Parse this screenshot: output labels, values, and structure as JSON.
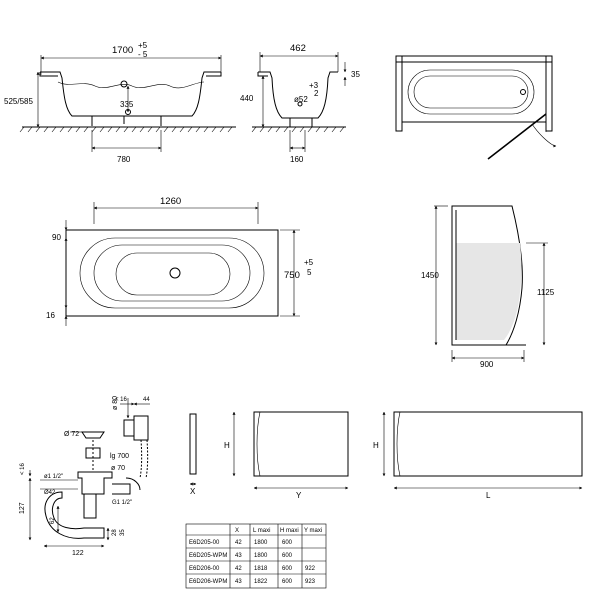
{
  "side_view": {
    "length": "1700",
    "tol_plus": "+5",
    "tol_minus": "- 5",
    "height": "525/585",
    "depth": "335",
    "feet_spacing": "780"
  },
  "end_view": {
    "width": "462",
    "height": "440",
    "rim": "35",
    "tol_plus": "+3",
    "tol_minus": "2",
    "drain_diameter": "ø52",
    "foot_offset": "160"
  },
  "top_view": {
    "inner_length": "1260",
    "border_top": "90",
    "border_bottom": "16",
    "width": "750",
    "tol_plus": "+5",
    "tol_minus": "5"
  },
  "screen": {
    "height": "1450",
    "glass_height": "1125",
    "width": "900"
  },
  "drain": {
    "d80": "ø 80",
    "lt16": "< 16",
    "d44": "44",
    "d72": "Ø 72",
    "lg700": "lg 700",
    "d70": "ø 70",
    "lt16_side": "< 16",
    "g112": "ø1 1/2\"",
    "d42": "Ø42",
    "g112b": "G1 1/2\"",
    "d127": "127",
    "d62": "62",
    "d28": "28",
    "d35": "35",
    "d122": "122"
  },
  "panels": {
    "x_label": "X",
    "h_label_1": "H",
    "y_label": "Y",
    "h_label_2": "H",
    "l_label": "L"
  },
  "table": {
    "headers": [
      "",
      "X",
      "L maxi",
      "H maxi",
      "Y maxi"
    ],
    "rows": [
      [
        "E6D205-00",
        "42",
        "1800",
        "600",
        ""
      ],
      [
        "E6D205-WPM",
        "43",
        "1800",
        "600",
        ""
      ],
      [
        "E6D206-00",
        "42",
        "1818",
        "600",
        "922"
      ],
      [
        "E6D206-WPM",
        "43",
        "1822",
        "600",
        "923"
      ]
    ]
  }
}
